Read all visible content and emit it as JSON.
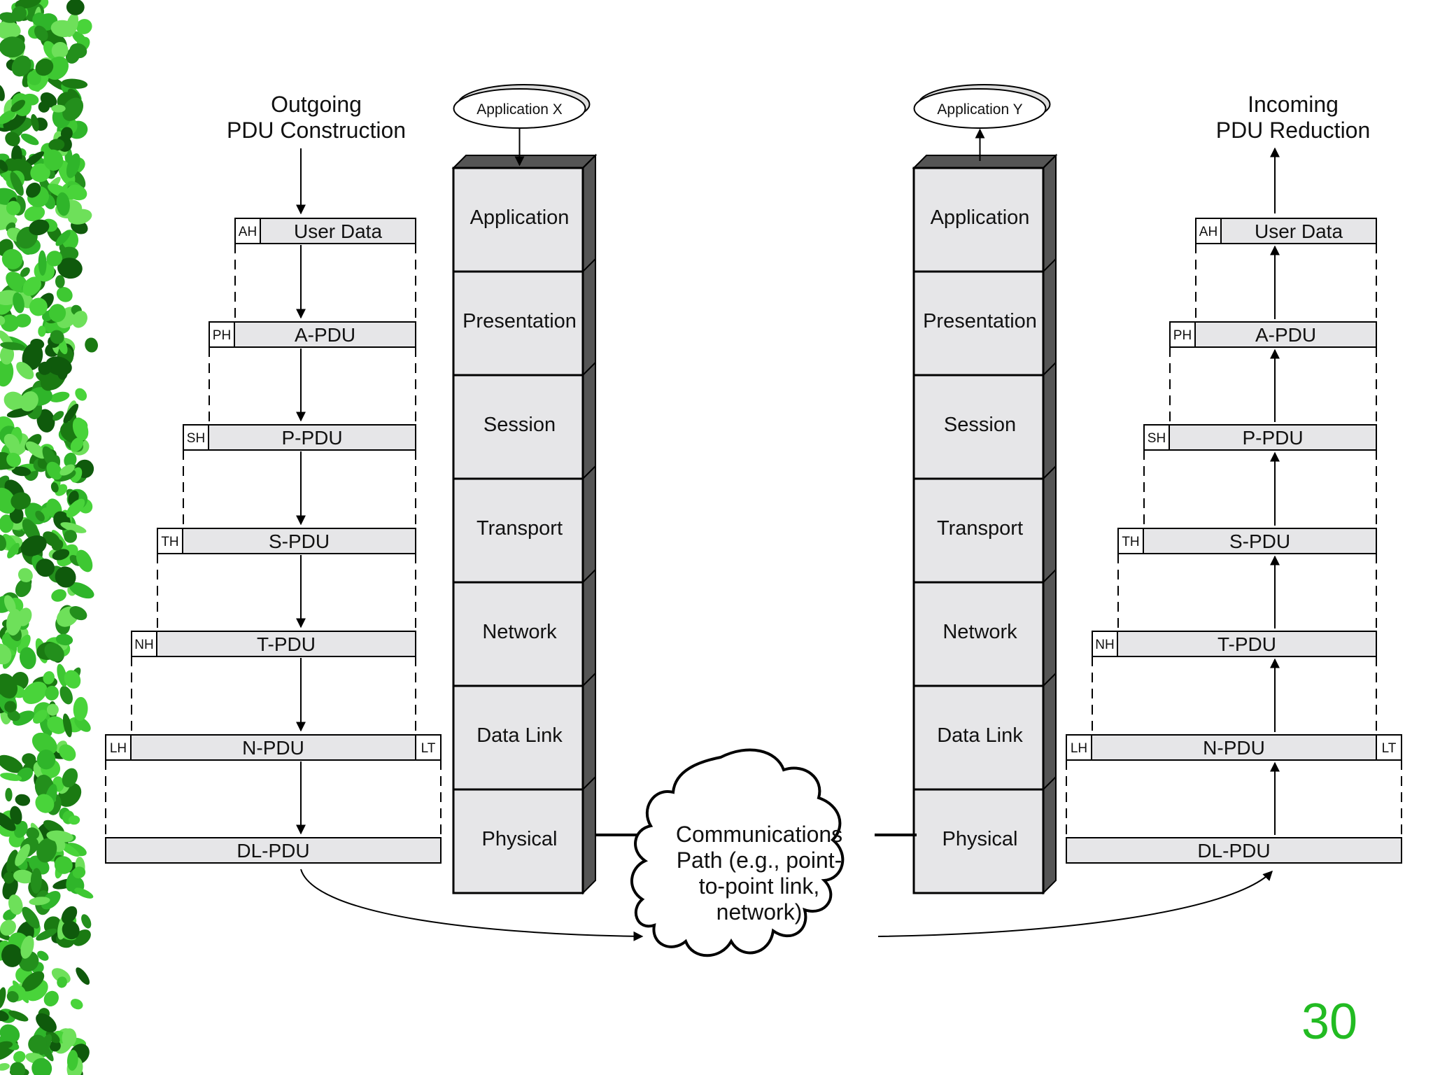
{
  "slide": {
    "number": "30"
  },
  "colors": {
    "box_fill": "#e6e6e8",
    "stack_shadow": "#555555",
    "foliage_green": "#2fb52a",
    "slide_number": "#22bb22"
  },
  "outgoing": {
    "title_line1": "Outgoing",
    "title_line2": "PDU Construction",
    "pdus": [
      {
        "header": "AH",
        "label": "User Data",
        "trailer": ""
      },
      {
        "header": "PH",
        "label": "A-PDU",
        "trailer": ""
      },
      {
        "header": "SH",
        "label": "P-PDU",
        "trailer": ""
      },
      {
        "header": "TH",
        "label": "S-PDU",
        "trailer": ""
      },
      {
        "header": "NH",
        "label": "T-PDU",
        "trailer": ""
      },
      {
        "header": "LH",
        "label": "N-PDU",
        "trailer": "LT"
      },
      {
        "header": "",
        "label": "DL-PDU",
        "trailer": ""
      }
    ]
  },
  "incoming": {
    "title_line1": "Incoming",
    "title_line2": "PDU Reduction",
    "pdus": [
      {
        "header": "AH",
        "label": "User Data",
        "trailer": ""
      },
      {
        "header": "PH",
        "label": "A-PDU",
        "trailer": ""
      },
      {
        "header": "SH",
        "label": "P-PDU",
        "trailer": ""
      },
      {
        "header": "TH",
        "label": "S-PDU",
        "trailer": ""
      },
      {
        "header": "NH",
        "label": "T-PDU",
        "trailer": ""
      },
      {
        "header": "LH",
        "label": "N-PDU",
        "trailer": "LT"
      },
      {
        "header": "",
        "label": "DL-PDU",
        "trailer": ""
      }
    ]
  },
  "stack_x": {
    "application_label": "Application X",
    "layers": [
      "Application",
      "Presentation",
      "Session",
      "Transport",
      "Network",
      "Data Link",
      "Physical"
    ]
  },
  "stack_y": {
    "application_label": "Application Y",
    "layers": [
      "Application",
      "Presentation",
      "Session",
      "Transport",
      "Network",
      "Data Link",
      "Physical"
    ]
  },
  "cloud": {
    "lines": [
      "Communications",
      "Path (e.g., point-",
      "to-point link,",
      "network)"
    ]
  }
}
